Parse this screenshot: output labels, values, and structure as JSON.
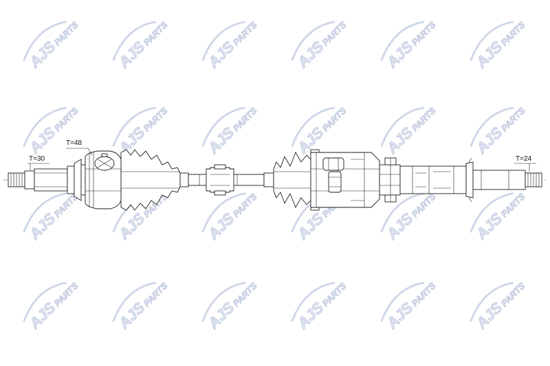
{
  "watermark": {
    "brand": "AJS",
    "suffix": "PARTS",
    "color": "#b9c3da"
  },
  "dimensions": {
    "left_thread": "T=30",
    "outer_joint": "T=48",
    "right_spline": "T=24"
  }
}
